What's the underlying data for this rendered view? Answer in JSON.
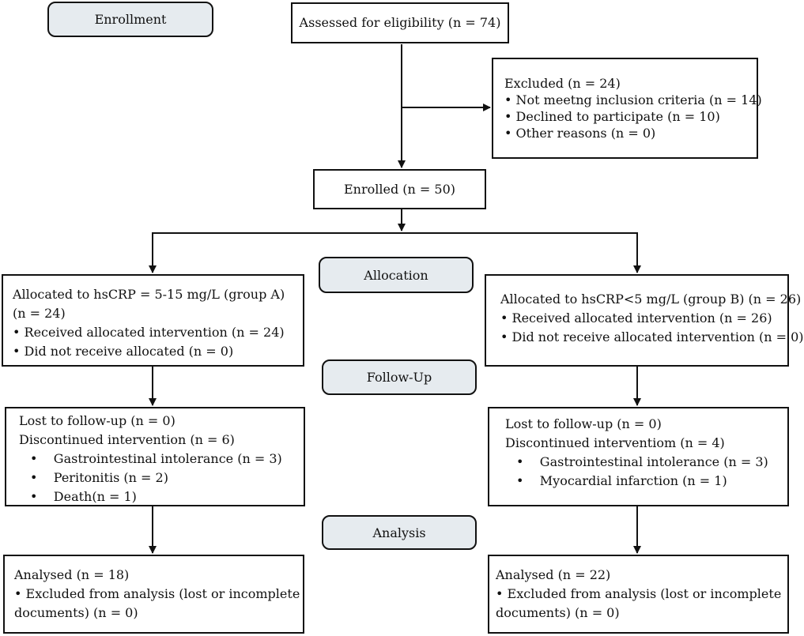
{
  "stages": {
    "enrollment": "Enrollment",
    "allocation": "Allocation",
    "followup": "Follow-Up",
    "analysis": "Analysis"
  },
  "assessed": "Assessed for eligibility (n = 74)",
  "excluded": {
    "title": "Excluded (n = 24)",
    "items": [
      "Not meetng inclusion criteria (n = 14)",
      "Declined to participate (n = 10)",
      "Other reasons (n = 0)"
    ]
  },
  "enrolled": "Enrolled (n = 50)",
  "group_a": {
    "allocation": {
      "title_line1": "Allocated to hsCRP = 5-15 mg/L (group A)",
      "title_line2": "(n = 24)",
      "items": [
        "Received allocated intervention (n = 24)",
        "Did not receive allocated  (n = 0)"
      ]
    },
    "followup": {
      "lost": "Lost to follow-up (n = 0)",
      "discontinued": "Discontinued intervention (n = 6)",
      "reasons": [
        "Gastrointestinal intolerance (n = 3)",
        "Peritonitis (n = 2)",
        "Death(n = 1)"
      ]
    },
    "analysis": {
      "analysed": "Analysed (n = 18)",
      "excluded_line1": "Excluded from analysis (lost or incomplete",
      "excluded_line2": "documents) (n = 0)"
    }
  },
  "group_b": {
    "allocation": {
      "title": "Allocated to hsCRP<5 mg/L (group B) (n = 26)",
      "items": [
        "Received allocated intervention (n = 26)",
        "Did not receive allocated intervention (n = 0)"
      ]
    },
    "followup": {
      "lost": "Lost to follow-up (n = 0)",
      "discontinued": "Discontinued interventiom (n = 4)",
      "reasons": [
        "Gastrointestinal intolerance (n = 3)",
        "Myocardial infarction (n = 1)"
      ]
    },
    "analysis": {
      "analysed": "Analysed (n = 22)",
      "excluded_line1": "Excluded from analysis (lost or incomplete",
      "excluded_line2": "documents) (n = 0)"
    }
  }
}
